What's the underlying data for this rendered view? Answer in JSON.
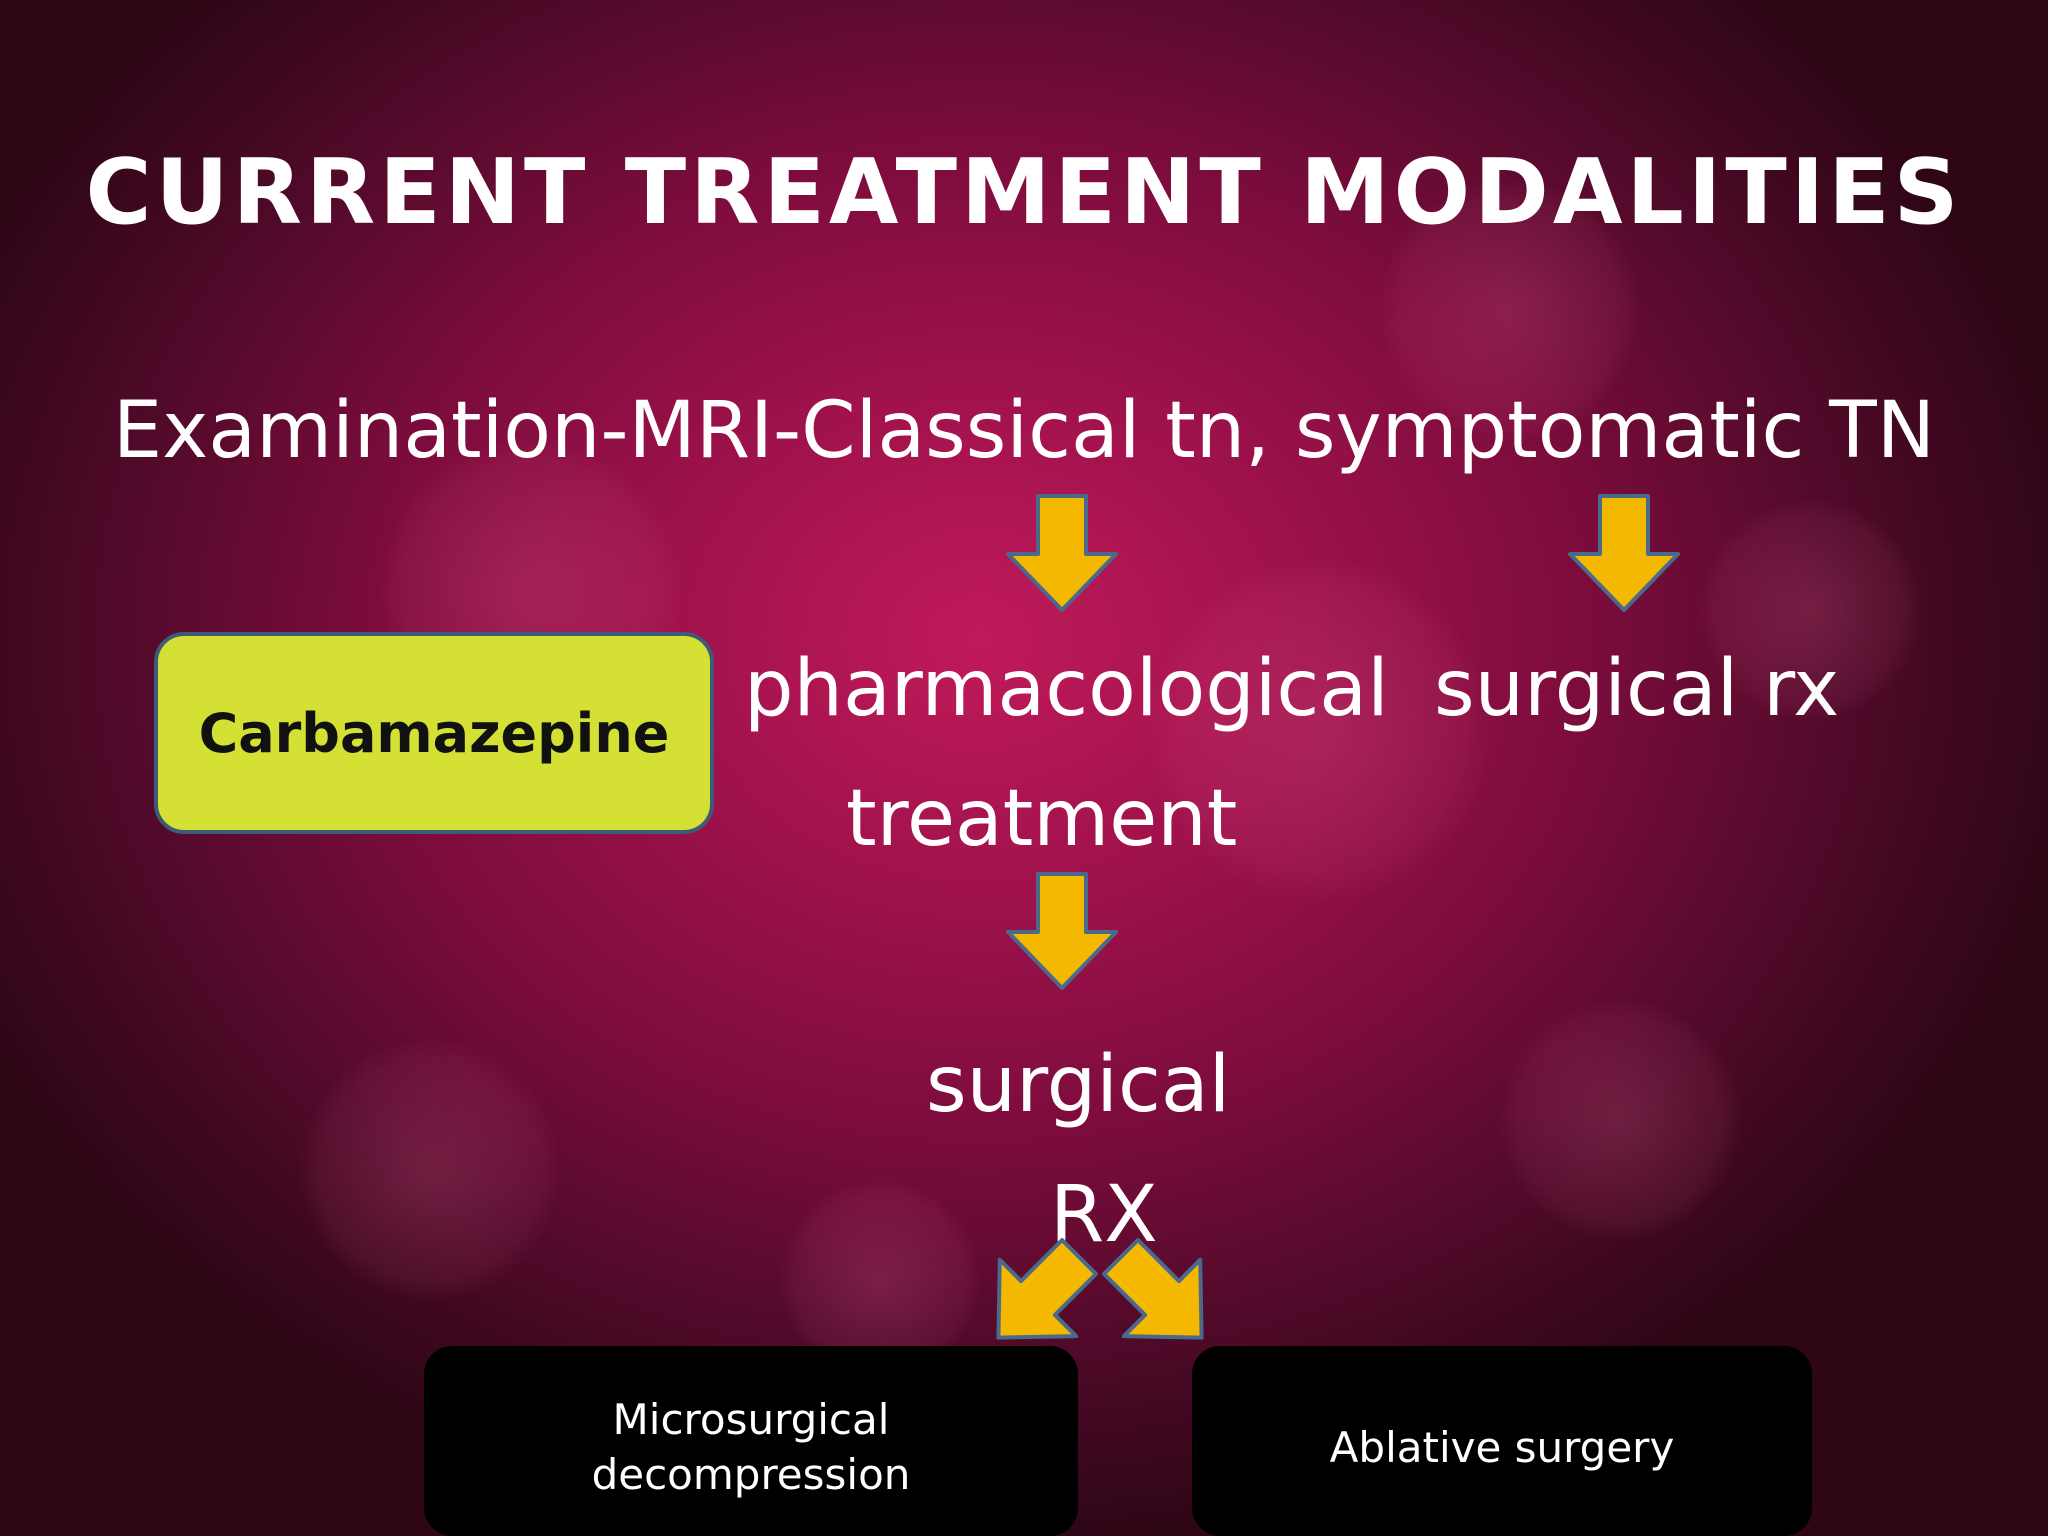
{
  "slide": {
    "title": "CURRENT TREATMENT MODALITIES",
    "examination_line": "Examination-MRI-Classical tn, symptomatic TN",
    "carbamazepine_label": "Carbamazepine",
    "pharmacological_line1": "pharmacological",
    "pharmacological_line2": "treatment",
    "surgical_rx_top": "surgical rx",
    "surgical_line1": "surgical",
    "surgical_line2": "RX",
    "microsurgical_line1": "Microsurgical",
    "microsurgical_line2": "decompression",
    "ablative_label": "Ablative surgery"
  },
  "colors": {
    "arrow_fill": "#f5b800",
    "arrow_stroke": "#4a6a8c",
    "carbamazepine_box": "#d4e034",
    "bottom_box": "#000000"
  },
  "icons": [
    "down-arrow-icon",
    "down-left-arrow-icon",
    "down-right-arrow-icon"
  ]
}
